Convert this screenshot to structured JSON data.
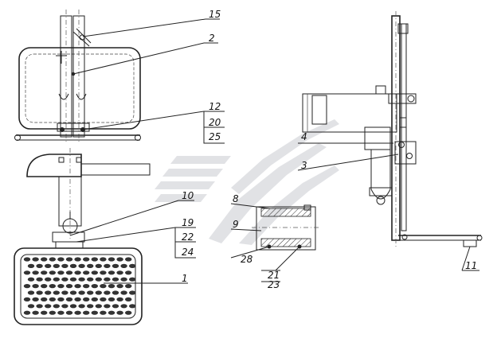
{
  "callouts": {
    "c1": "1",
    "c2": "2",
    "c3": "3",
    "c4": "4",
    "c8": "8",
    "c9": "9",
    "c10": "10",
    "c11": "11",
    "c12": "12",
    "c15": "15",
    "c19": "19",
    "c20": "20",
    "c21": "21",
    "c22": "22",
    "c23": "23",
    "c24": "24",
    "c25": "25",
    "c28": "28"
  },
  "colors": {
    "line": "#222222",
    "watermark": "#c9ccd1",
    "hatch": "#333333"
  },
  "watermark_icon": "company-logo-watermark"
}
